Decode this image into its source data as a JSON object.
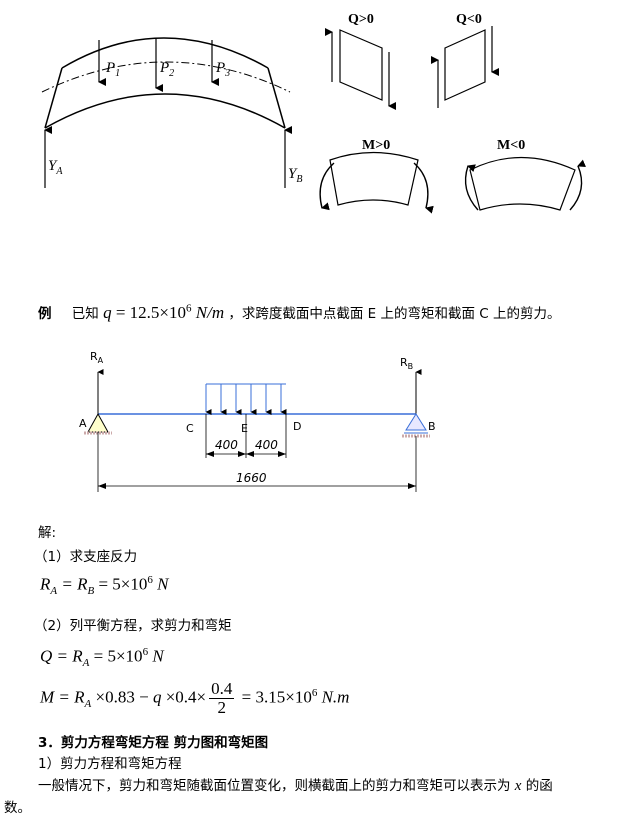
{
  "figure1": {
    "loads": [
      "P",
      "P",
      "P"
    ],
    "load_subs": [
      "1",
      "2",
      "3"
    ],
    "reactions": [
      "Y",
      "Y"
    ],
    "reaction_subs": [
      "A",
      "B"
    ],
    "sign_labels": {
      "q_pos": "Q>0",
      "q_neg": "Q<0",
      "m_pos": "M>0",
      "m_neg": "M<0"
    }
  },
  "example": {
    "label": "例",
    "text_before": "已知",
    "formula_q": "q",
    "formula_eq": " = 12.5×10",
    "formula_exp": "6",
    "formula_unit": " N/m",
    "text_after": "，求跨度截面中点截面 E 上的弯矩和截面 C 上的剪力。"
  },
  "figure2": {
    "ra": "R",
    "ra_sub": "A",
    "rb": "R",
    "rb_sub": "B",
    "point_a": "A",
    "point_b": "B",
    "point_c": "C",
    "point_d": "D",
    "point_e": "E",
    "dim1": "400",
    "dim2": "400",
    "dim_total": "1660"
  },
  "solution": {
    "title": "解:",
    "step1": "（1）求支座反力",
    "eq1": {
      "lhs": "R",
      "lhs_sub": "A",
      "mid": " = R",
      "mid_sub": "B",
      "rhs": " = 5×10",
      "exp": "6",
      "unit": " N"
    },
    "step2": "（2）列平衡方程，求剪力和弯矩",
    "eq2": {
      "lhs": "Q",
      "mid": " = R",
      "mid_sub": "A",
      "rhs": " = 5×10",
      "exp": "6",
      "unit": " N"
    },
    "eq3": {
      "lhs": "M",
      "part1": " = R",
      "part1_sub": "A",
      "part2": " ×0.83 − ",
      "q": "q",
      "part3": " ×0.4×",
      "frac_num": "0.4",
      "frac_den": "2",
      "part4": " = 3.15×10",
      "exp": "6",
      "unit": " N.m"
    }
  },
  "section3": {
    "heading": "3．剪力方程弯矩方程  剪力图和弯矩图",
    "sub1": "1）剪力方程和弯矩方程",
    "para_line1_a": "一般情况下，剪力和弯矩随截面位置变化，则横截面上的剪力和弯矩可以表示为 ",
    "para_var": "x",
    "para_line1_b": " 的函",
    "para_line2": "数。"
  }
}
